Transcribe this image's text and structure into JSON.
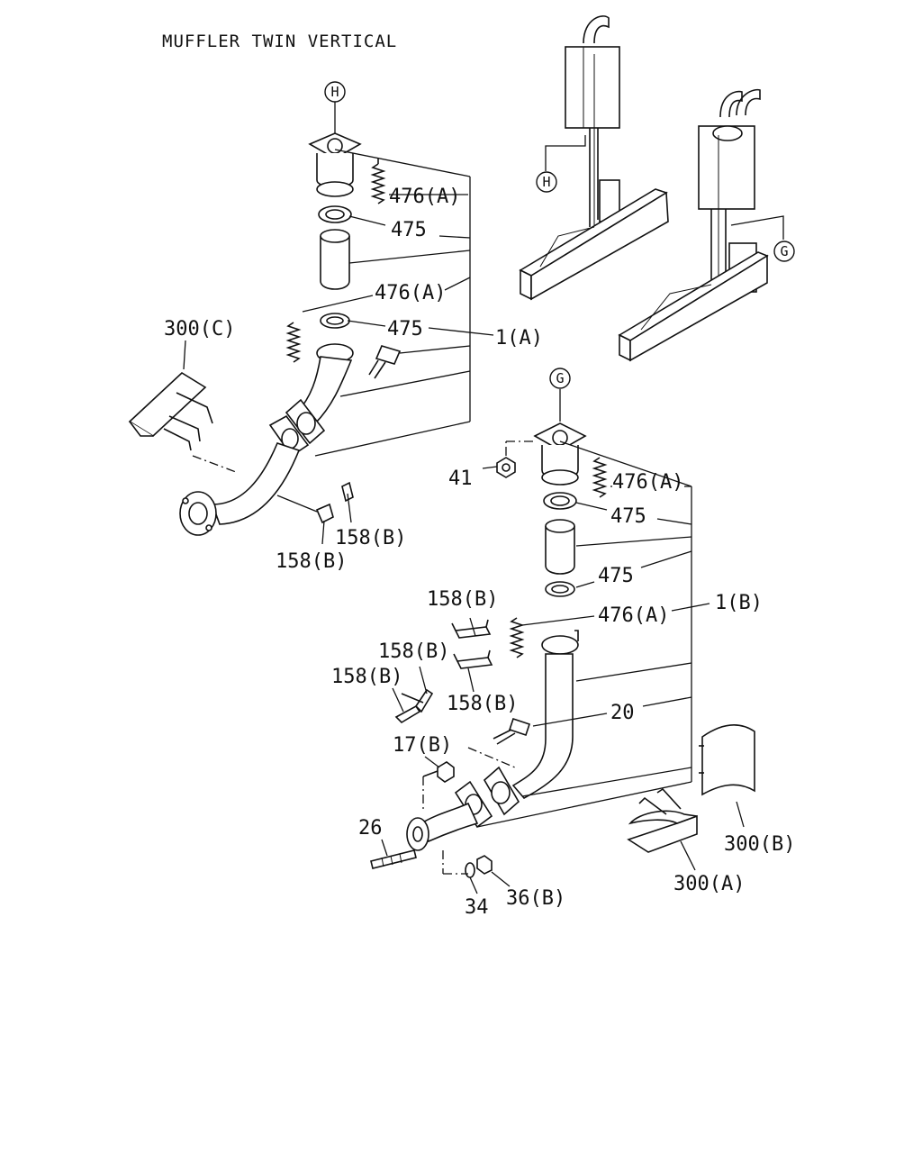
{
  "title": "MUFFLER TWIN VERTICAL",
  "refs": {
    "h": "H",
    "g": "G"
  },
  "labels": {
    "top_476a": "476(A)",
    "top_475a": "475",
    "top_476b": "476(A)",
    "top_475b": "475",
    "top_1a": "1(A)",
    "top_300c": "300(C)",
    "top_158b_right": "158(B)",
    "top_158b_left": "158(B)",
    "bot_41": "41",
    "bot_476a": "476(A)",
    "bot_475a": "475",
    "bot_475b": "475",
    "bot_158b_1": "158(B)",
    "bot_476b": "476(A)",
    "bot_1b": "1(B)",
    "bot_158b_2": "158(B)",
    "bot_158b_3": "158(B)",
    "bot_158b_4": "158(B)",
    "bot_20": "20",
    "bot_17b": "17(B)",
    "bot_26": "26",
    "bot_300b": "300(B)",
    "bot_300a": "300(A)",
    "bot_34": "34",
    "bot_36b": "36(B)"
  }
}
